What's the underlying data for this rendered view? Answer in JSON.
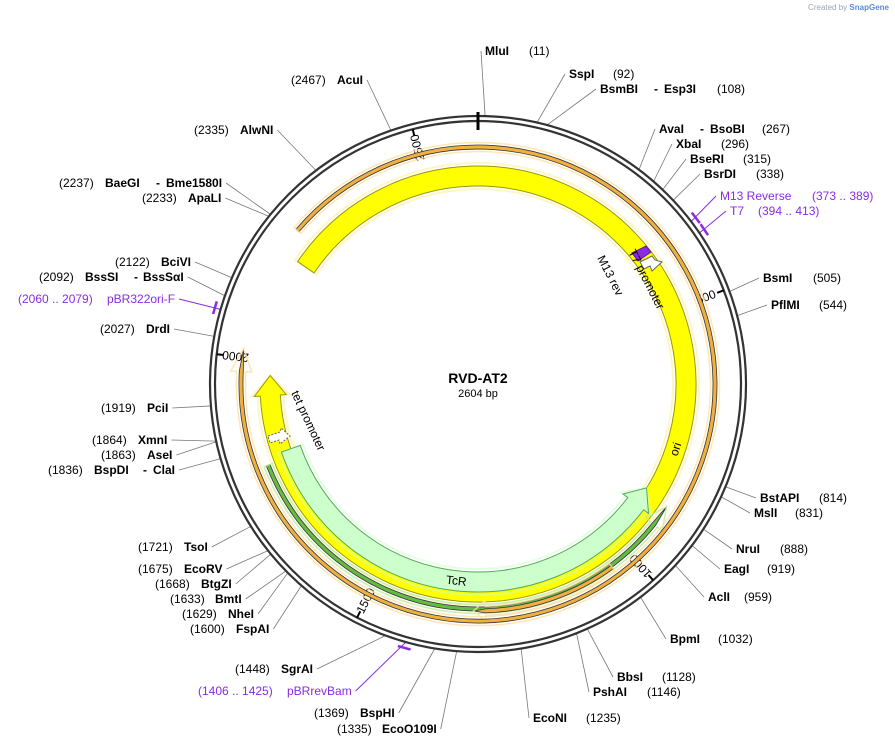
{
  "credit": {
    "prefix": "Created by",
    "brand": "SnapGene"
  },
  "plasmid": {
    "name": "RVD-AT2",
    "size_label": "2604 bp",
    "length": 2604
  },
  "ticks": [
    {
      "pos": 500,
      "label": "500"
    },
    {
      "pos": 1000,
      "label": "1000"
    },
    {
      "pos": 1500,
      "label": "1500"
    },
    {
      "pos": 2000,
      "label": "2000"
    },
    {
      "pos": 2500,
      "label": "2500"
    }
  ],
  "features": [
    {
      "key": "ori",
      "label": "ori",
      "start": 2200,
      "end": 1970,
      "dir": "cw",
      "radius": 208,
      "width": 20,
      "fill": "#ffff00",
      "stroke": "#999900"
    },
    {
      "key": "tcr",
      "label": "TcR",
      "start": 1815,
      "end": 880,
      "dir": "ccw",
      "radius": 198,
      "width": 20,
      "fill": "#ccffcc",
      "stroke": "#55aa55"
    },
    {
      "key": "tcr-orf",
      "label": "",
      "start": 1800,
      "end": 890,
      "dir": "ccw",
      "radius": 225,
      "width": 2,
      "fill": "#006400",
      "stroke": "#006400"
    },
    {
      "key": "orf-a",
      "label": "",
      "start": 1040,
      "end": 1310,
      "dir": "cw",
      "radius": 227,
      "width": 2,
      "fill": "#cc8800",
      "stroke": "#cc8800"
    },
    {
      "key": "orf-b",
      "label": "",
      "start": 2245,
      "end": 2015,
      "dir": "cw",
      "radius": 237,
      "width": 2,
      "fill": "#cc8800",
      "stroke": "#cc8800"
    }
  ],
  "promoters": [
    {
      "key": "t7",
      "label": "T7 promoter"
    },
    {
      "key": "m13",
      "label": "M13 rev"
    },
    {
      "key": "tet",
      "label": "tet promoter"
    }
  ],
  "enzymes": [
    {
      "name": "MluI",
      "pos": "(11)",
      "site": 11
    },
    {
      "name": "SspI",
      "pos": "(92)",
      "site": 92
    },
    {
      "name": "BsmBI",
      "name2": "Esp3I",
      "pos": "(108)",
      "site": 108
    },
    {
      "name": "AvaI",
      "name2": "BsoBI",
      "pos": "(267)",
      "site": 267
    },
    {
      "name": "XbaI",
      "pos": "(296)",
      "site": 296
    },
    {
      "name": "BseRI",
      "pos": "(315)",
      "site": 315
    },
    {
      "name": "BsrDI",
      "pos": "(338)",
      "site": 338
    },
    {
      "name": "BsmI",
      "pos": "(505)",
      "site": 505
    },
    {
      "name": "PflMI",
      "pos": "(544)",
      "site": 544
    },
    {
      "name": "BstAPI",
      "pos": "(814)",
      "site": 814
    },
    {
      "name": "MslI",
      "pos": "(831)",
      "site": 831
    },
    {
      "name": "NruI",
      "pos": "(888)",
      "site": 888
    },
    {
      "name": "EagI",
      "pos": "(919)",
      "site": 919
    },
    {
      "name": "AclI",
      "pos": "(959)",
      "site": 959
    },
    {
      "name": "BpmI",
      "pos": "(1032)",
      "site": 1032
    },
    {
      "name": "BbsI",
      "pos": "(1128)",
      "site": 1128
    },
    {
      "name": "PshAI",
      "pos": "(1146)",
      "site": 1146
    },
    {
      "name": "EcoNI",
      "pos": "(1235)",
      "site": 1235
    },
    {
      "name": "EcoO109I",
      "pos": "(1335)",
      "site": 1335
    },
    {
      "name": "BspHI",
      "pos": "(1369)",
      "site": 1369
    },
    {
      "name": "SgrAI",
      "pos": "(1448)",
      "site": 1448
    },
    {
      "name": "FspAI",
      "pos": "(1600)",
      "site": 1600
    },
    {
      "name": "NheI",
      "pos": "(1629)",
      "site": 1629
    },
    {
      "name": "BmtI",
      "pos": "(1633)",
      "site": 1633
    },
    {
      "name": "BtgZI",
      "pos": "(1668)",
      "site": 1668
    },
    {
      "name": "EcoRV",
      "pos": "(1675)",
      "site": 1675
    },
    {
      "name": "TsoI",
      "pos": "(1721)",
      "site": 1721
    },
    {
      "name": "BspDI",
      "name2": "ClaI",
      "pos": "(1836)",
      "site": 1836
    },
    {
      "name": "AseI",
      "pos": "(1863)",
      "site": 1863
    },
    {
      "name": "XmnI",
      "pos": "(1864)",
      "site": 1864
    },
    {
      "name": "PciI",
      "pos": "(1919)",
      "site": 1919
    },
    {
      "name": "DrdI",
      "pos": "(2027)",
      "site": 2027
    },
    {
      "name": "BssSI",
      "name2": "BssSαI",
      "pos": "(2092)",
      "site": 2092
    },
    {
      "name": "BciVI",
      "pos": "(2122)",
      "site": 2122
    },
    {
      "name": "ApaLI",
      "pos": "(2233)",
      "site": 2233
    },
    {
      "name": "BaeGI",
      "name2": "Bme1580I",
      "pos": "(2237)",
      "site": 2237
    },
    {
      "name": "AlwNI",
      "pos": "(2335)",
      "site": 2335
    },
    {
      "name": "AcuI",
      "pos": "(2467)",
      "site": 2467
    }
  ],
  "primers": [
    {
      "name": "M13 Reverse",
      "range": "(373 .. 389)",
      "site": 381
    },
    {
      "name": "T7",
      "range": "(394 .. 413)",
      "site": 403
    },
    {
      "name": "pBR322ori-F",
      "range": "(2060 .. 2079)",
      "site": 2070
    },
    {
      "name": "pBRrevBam",
      "range": "(1406 .. 1425)",
      "site": 1415
    }
  ],
  "colors": {
    "backbone": "#333333",
    "primer": "#8b2be2",
    "ori": "#ffff00",
    "tcr": "#ccffcc"
  }
}
